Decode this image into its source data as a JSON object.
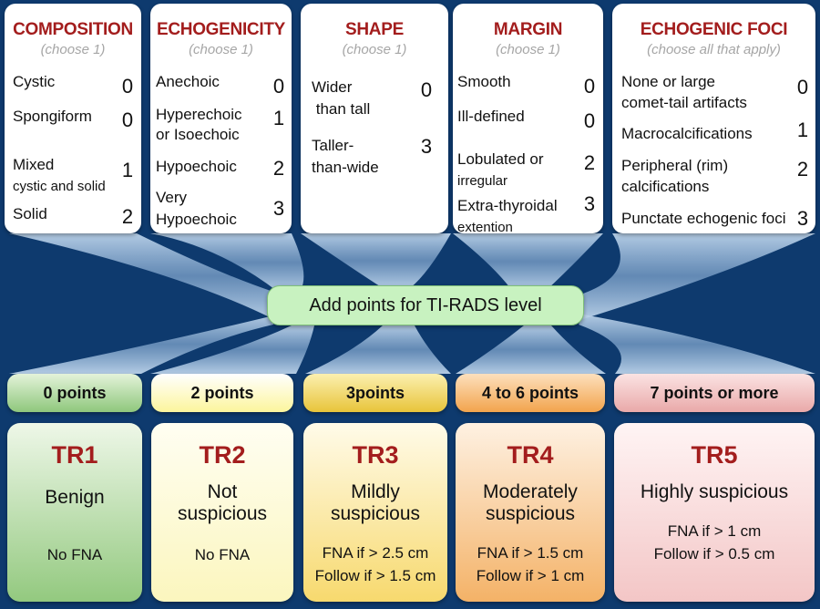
{
  "categories": [
    {
      "title": "COMPOSITION",
      "subtitle": "(choose 1)",
      "items": [
        {
          "label": "Cystic",
          "score": "0"
        },
        {
          "label": "Spongiform",
          "score": "0"
        },
        {
          "label": "Mixed",
          "label2": "cystic and solid",
          "score": "1"
        },
        {
          "label": "Solid",
          "score": "2"
        }
      ]
    },
    {
      "title": "ECHOGENICITY",
      "subtitle": "(choose 1)",
      "items": [
        {
          "label": "Anechoic",
          "score": "0"
        },
        {
          "label": "Hyperechoic",
          "label2": "or Isoechoic",
          "score": "1"
        },
        {
          "label": "Hypoechoic",
          "score": "2"
        },
        {
          "label": "Very",
          "label2": "Hypoechoic",
          "score": "3"
        }
      ]
    },
    {
      "title": "SHAPE",
      "subtitle": "(choose 1)",
      "items": [
        {
          "label": "Wider",
          "label2": " than tall",
          "score": "0"
        },
        {
          "label": "Taller-",
          "label2": "than-wide",
          "score": "3"
        }
      ]
    },
    {
      "title": "MARGIN",
      "subtitle": "(choose 1)",
      "items": [
        {
          "label": "Smooth",
          "score": "0"
        },
        {
          "label": "Ill-defined",
          "score": "0"
        },
        {
          "label": "Lobulated or",
          "label2": "irregular",
          "score": "2"
        },
        {
          "label": "Extra-thyroidal",
          "label2": "extention",
          "score": "3"
        }
      ]
    },
    {
      "title": "ECHOGENIC FOCI",
      "subtitle": "(choose all that apply)",
      "items": [
        {
          "label": "None or large",
          "label2": "comet-tail artifacts",
          "score": "0"
        },
        {
          "label": "Macrocalcifications",
          "score": "1"
        },
        {
          "label": "Peripheral (rim)",
          "label2": "calcifications",
          "score": "2"
        },
        {
          "label": "Punctate echogenic foci",
          "score": "3"
        }
      ]
    }
  ],
  "add_points_label": "Add points for TI-RADS level",
  "levels": [
    {
      "points": "0 points",
      "title": "TR1",
      "desc1": "Benign",
      "desc2": "",
      "note1": "No FNA",
      "note2": "",
      "color": "#9ccf88"
    },
    {
      "points": "2 points",
      "title": "TR2",
      "desc1": "Not",
      "desc2": "suspicious",
      "note1": "No FNA",
      "note2": "",
      "color": "#fdf7b0"
    },
    {
      "points": "3points",
      "title": "TR3",
      "desc1": "Mildly",
      "desc2": "suspicious",
      "note1": "FNA if > 2.5 cm",
      "note2": "Follow if > 1.5 cm",
      "color": "#f8d86a"
    },
    {
      "points": "4 to 6 points",
      "title": "TR4",
      "desc1": "Moderately",
      "desc2": "suspicious",
      "note1": "FNA if > 1.5 cm",
      "note2": "Follow if > 1 cm",
      "color": "#f6b566"
    },
    {
      "points": "7 points or more",
      "title": "TR5",
      "desc1": "Highly suspicious",
      "desc2": "",
      "note1": "FNA if > 1 cm",
      "note2": "Follow if > 0.5 cm",
      "color": "#f2b7b7"
    }
  ]
}
